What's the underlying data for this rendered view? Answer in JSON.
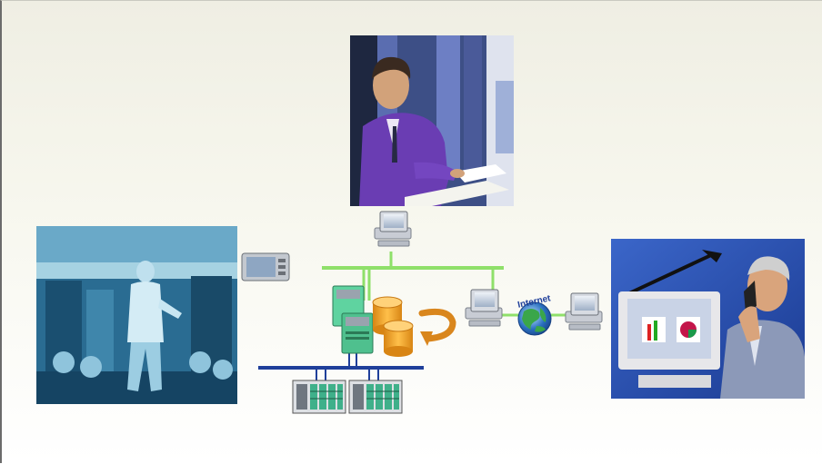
{
  "diagram": {
    "internet_label": "Internet",
    "colors": {
      "office_network": "#8fe06a",
      "plant_network": "#1f3f9a",
      "server_green": "#5fd3a0",
      "database_orange": "#f3a423",
      "arrow_orange": "#d9861d"
    },
    "icons": [
      "office-worker-photo",
      "warehouse-worker-photo",
      "phone-user-photo",
      "workstation-icon",
      "hmi-panel-icon",
      "server-icon",
      "database-icon",
      "sync-arrow-icon",
      "globe-icon",
      "plc-rack-icon"
    ]
  }
}
